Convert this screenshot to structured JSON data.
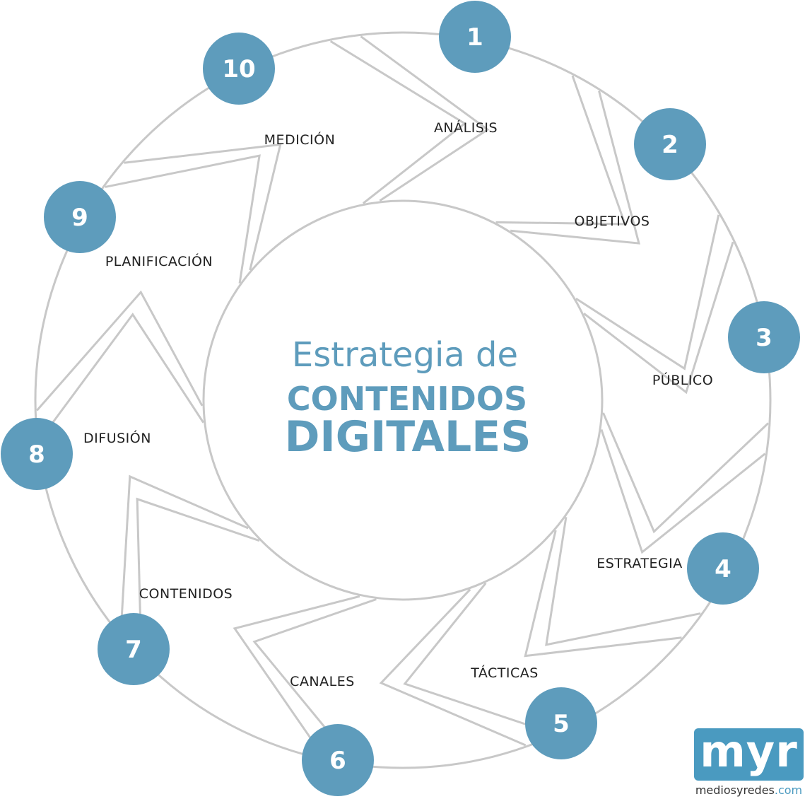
{
  "colors": {
    "accent": "#5e9cbc",
    "title": "#5e9cbc",
    "outline": "#c8c8c8",
    "text": "#222222",
    "logo": "#4a9ac0"
  },
  "center": {
    "line1": "Estrategia de",
    "line2": "CONTENIDOS",
    "line3": "DIGITALES"
  },
  "steps": [
    {
      "number": "1",
      "label": "ANÁLISIS"
    },
    {
      "number": "2",
      "label": "OBJETIVOS"
    },
    {
      "number": "3",
      "label": "PÚBLICO"
    },
    {
      "number": "4",
      "label": "ESTRATEGIA"
    },
    {
      "number": "5",
      "label": "TÁCTICAS"
    },
    {
      "number": "6",
      "label": "CANALES"
    },
    {
      "number": "7",
      "label": "CONTENIDOS"
    },
    {
      "number": "8",
      "label": "DIFUSIÓN"
    },
    {
      "number": "9",
      "label": "PLANIFICACIÓN"
    },
    {
      "number": "10",
      "label": "MEDICIÓN"
    }
  ],
  "logo": {
    "mark": "myr",
    "site_name": "mediosyredes",
    "site_domain": ".com"
  }
}
